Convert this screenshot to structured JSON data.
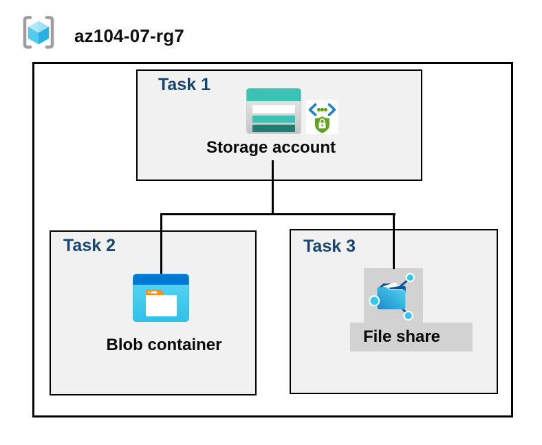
{
  "header": {
    "resource_group_name": "az104-07-rg7",
    "icon": "resource-group-icon"
  },
  "tasks": [
    {
      "label": "Task 1",
      "item": "Storage account",
      "icons": [
        "storage-account-icon",
        "sas-lock-icon"
      ]
    },
    {
      "label": "Task 2",
      "item": "Blob container",
      "icons": [
        "blob-container-icon"
      ]
    },
    {
      "label": "Task 3",
      "item": "File share",
      "icons": [
        "file-share-icon"
      ],
      "highlight": true
    }
  ],
  "connectors": [
    {
      "from": "Storage account",
      "to": "Blob container"
    },
    {
      "from": "Storage account",
      "to": "File share"
    }
  ],
  "colors": {
    "task_label_navy": "#16466f",
    "azure_blue": "#0078d4",
    "storage_teal": "#3cc2b2",
    "storage_teal_dark": "#1f7e72",
    "sas_green": "#61a51d",
    "sas_bracket_blue": "#1f83c5",
    "blob_cyan": "#40cbee",
    "folder_tab_orange": "#f78f1e",
    "fileshare_navy": "#0a5699",
    "node_cyan": "#35c6ee",
    "box_fill": "#f1f1f1",
    "highlight_gray": "#d2d2d2",
    "line_black": "#000000"
  }
}
